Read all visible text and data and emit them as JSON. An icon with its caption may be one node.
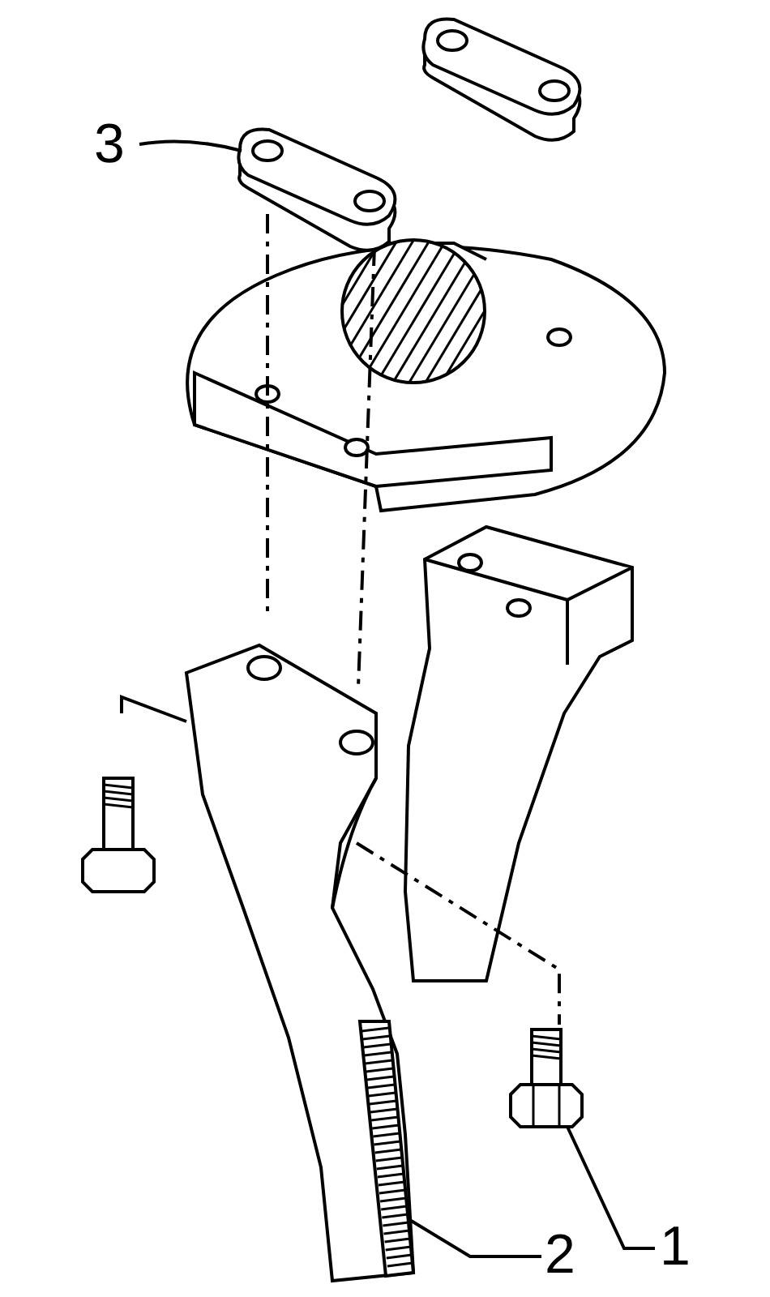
{
  "diagram": {
    "nodes": [
      {
        "text": [
          "3"
        ]
      },
      {
        "text": [],
        "shape": "picture"
      },
      {
        "text": [
          "2"
        ]
      },
      {
        "text": [],
        "shape": "picture"
      },
      {
        "text": [
          "1"
        ]
      },
      {
        "text": [],
        "shape": "picture"
      }
    ],
    "edges": [
      {
        "from": 0,
        "to": 1,
        "arrow": "none"
      },
      {
        "from": 2,
        "to": 3,
        "arrow": "none"
      },
      {
        "from": 4,
        "to": 5,
        "arrow": "none"
      }
    ]
  }
}
